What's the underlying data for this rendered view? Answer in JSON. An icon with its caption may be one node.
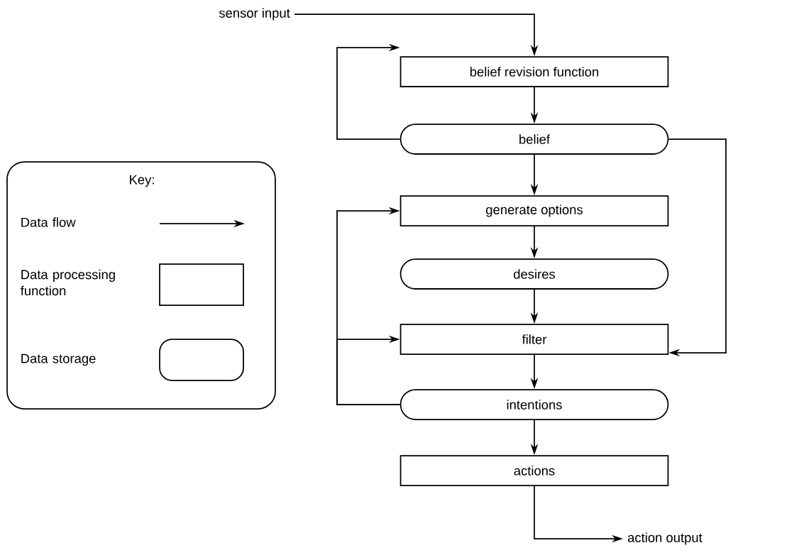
{
  "diagram": {
    "nodes": [
      {
        "text": [
          "sensor input"
        ]
      },
      {
        "text": [
          "belief revision function"
        ]
      },
      {
        "text": [
          "belief"
        ]
      },
      {
        "text": [
          "generate options"
        ]
      },
      {
        "text": [
          "desires"
        ]
      },
      {
        "text": [
          "filter"
        ]
      },
      {
        "text": [
          "intentions"
        ]
      },
      {
        "text": [
          "actions"
        ]
      },
      {
        "text": [
          "action output"
        ]
      }
    ],
    "edges": [
      {
        "from": 0,
        "to": 1,
        "arrow": "to"
      },
      {
        "from": 1,
        "to": 2,
        "arrow": "to"
      },
      {
        "from": 2,
        "to": 1,
        "arrow": "to"
      },
      {
        "from": 2,
        "to": 3,
        "arrow": "to"
      },
      {
        "from": 2,
        "to": 5,
        "arrow": "to"
      },
      {
        "from": 3,
        "to": 4,
        "arrow": "to"
      },
      {
        "from": 4,
        "to": 5,
        "arrow": "to"
      },
      {
        "from": 5,
        "to": 6,
        "arrow": "to"
      },
      {
        "from": 6,
        "to": 3,
        "arrow": "to"
      },
      {
        "from": 6,
        "to": 5,
        "arrow": "to"
      },
      {
        "from": 6,
        "to": 7,
        "arrow": "to"
      },
      {
        "from": 7,
        "to": 8,
        "arrow": "to"
      }
    ],
    "labels": [
      "Key:"
    ],
    "legend": [
      {
        "text": "Data flow"
      },
      {
        "text": "Data processing function"
      },
      {
        "text": "Data storage"
      }
    ]
  }
}
